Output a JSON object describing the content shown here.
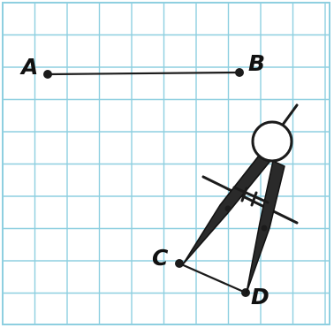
{
  "points": {
    "A": {
      "label": "A"
    },
    "B": {
      "label": "B"
    },
    "C": {
      "label": "C"
    },
    "D": {
      "label": "D"
    }
  },
  "segments": [
    {
      "from": "A",
      "to": "B"
    },
    {
      "from": "C",
      "to": "D"
    }
  ],
  "tool": "compass-icon",
  "colors": {
    "grid": "#8ecfe0",
    "ink": "#1b1b1b",
    "background": "#ffffff"
  }
}
